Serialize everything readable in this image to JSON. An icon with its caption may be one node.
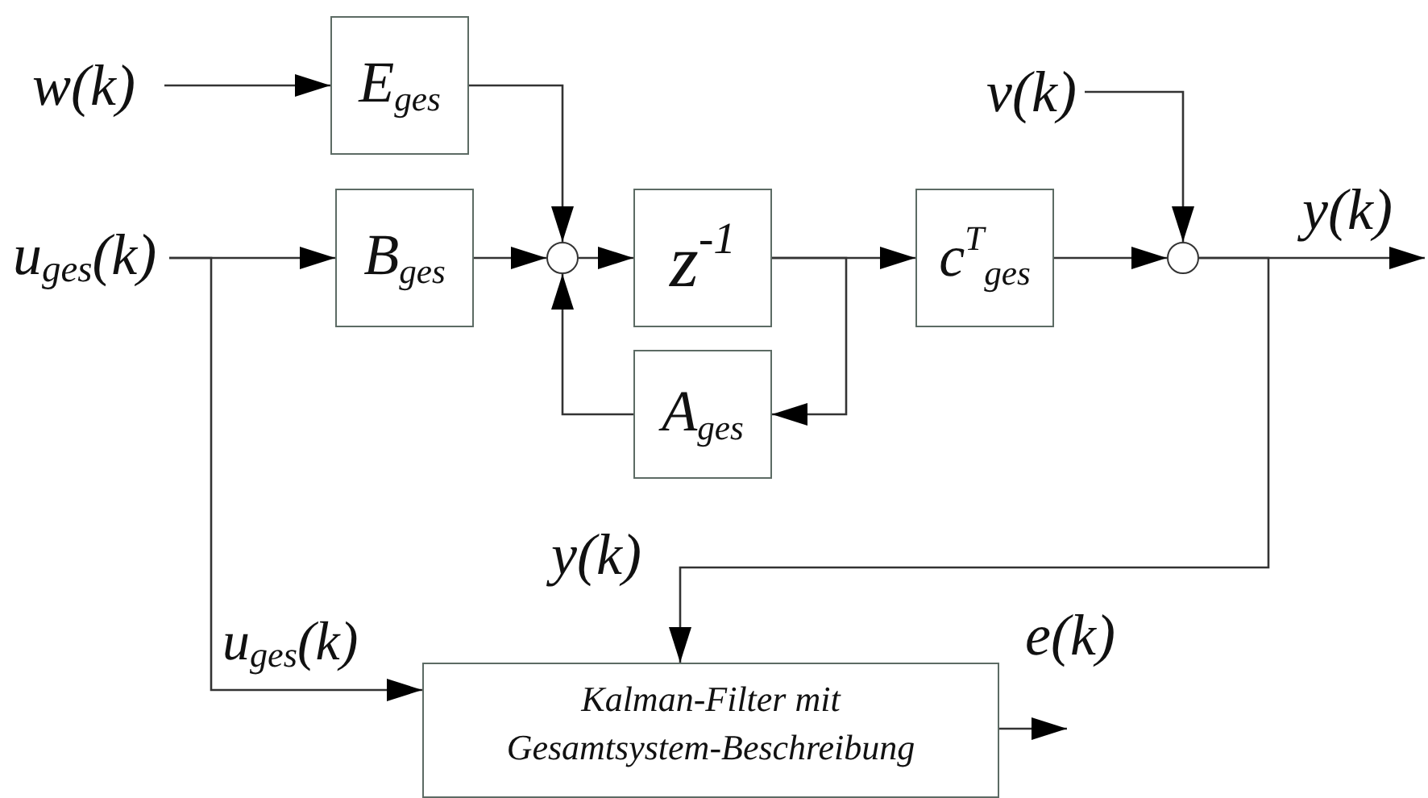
{
  "diagram": {
    "nodes": [
      {
        "text": [
          "w(k)"
        ]
      },
      {
        "text": [
          "E$_{ges}$"
        ]
      },
      {
        "text": [
          "u$_{ges}$(k)"
        ]
      },
      {
        "text": [
          "B$_{ges}$"
        ]
      },
      {
        "text": [],
        "shape": "circle"
      },
      {
        "text": [
          "z$^{-1}$"
        ]
      },
      {
        "text": [
          "A$_{ges}$"
        ]
      },
      {
        "text": [
          "c$^{T}$$_{ges}$"
        ]
      },
      {
        "text": [
          "v(k)"
        ]
      },
      {
        "text": [],
        "shape": "circle"
      },
      {
        "text": [
          "Kalman-Filter mit Gesamtsystem-Beschreibung"
        ]
      }
    ],
    "edges": [
      {
        "from": 0,
        "to": 1,
        "arrow": "to"
      },
      {
        "from": 1,
        "to": 4,
        "arrow": "to"
      },
      {
        "from": 2,
        "to": 3,
        "arrow": "to"
      },
      {
        "from": 2,
        "to": 10,
        "arrow": "to"
      },
      {
        "from": 3,
        "to": 4,
        "arrow": "to"
      },
      {
        "from": 4,
        "to": 5,
        "arrow": "to"
      },
      {
        "from": 5,
        "to": 7,
        "arrow": "to"
      },
      {
        "from": 5,
        "to": 6,
        "arrow": "to"
      },
      {
        "from": 6,
        "to": 4,
        "arrow": "to"
      },
      {
        "from": 7,
        "to": 9,
        "arrow": "to"
      },
      {
        "from": 8,
        "to": 9,
        "arrow": "to"
      },
      {
        "from": 9,
        "to": null,
        "arrow": "to"
      },
      {
        "from": 9,
        "to": 10,
        "arrow": "to"
      },
      {
        "from": 10,
        "to": null,
        "arrow": "to"
      }
    ],
    "labels": [
      "y(k)",
      "y(k)",
      "u$_{ges}$(k)",
      "e(k)"
    ]
  }
}
